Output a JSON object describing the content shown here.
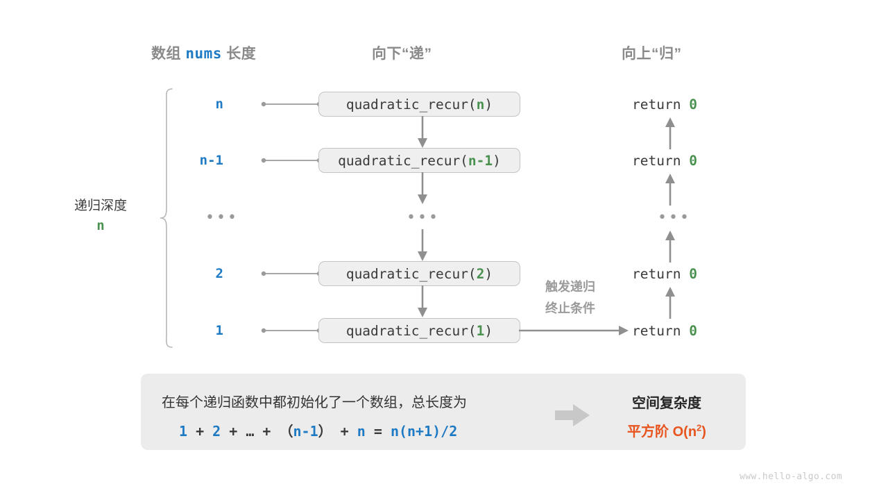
{
  "headers": {
    "left_prefix": "数组 ",
    "left_code": "nums",
    "left_suffix": " 长度",
    "middle": "向下“递”",
    "right": "向上“归”"
  },
  "depth": {
    "label": "递归深度",
    "value": "n"
  },
  "rows": [
    {
      "nlabel": "n",
      "call_prefix": "quadratic_recur(",
      "call_arg": "n",
      "call_suffix": ")",
      "ret_text": "return ",
      "ret_value": "0"
    },
    {
      "nlabel": "n-1",
      "call_prefix": "quadratic_recur(",
      "call_arg": "n-1",
      "call_suffix": ")",
      "ret_text": "return ",
      "ret_value": "0"
    },
    {
      "nlabel": "...",
      "call_prefix": "...",
      "call_arg": "",
      "call_suffix": "",
      "ret_text": "...",
      "ret_value": ""
    },
    {
      "nlabel": "2",
      "call_prefix": "quadratic_recur(",
      "call_arg": "2",
      "call_suffix": ")",
      "ret_text": "return ",
      "ret_value": "0"
    },
    {
      "nlabel": "1",
      "call_prefix": "quadratic_recur(",
      "call_arg": "1",
      "call_suffix": ")",
      "ret_text": "return ",
      "ret_value": "0"
    }
  ],
  "trigger_note": {
    "line1": "触发递归",
    "line2": "终止条件"
  },
  "summary": {
    "description": "在每个递归函数中都初始化了一个数组，总长度为",
    "formula": {
      "t1": "1",
      "op1": " + ",
      "t2": "2",
      "op2": " + … + （",
      "t3": "n-1",
      "op3": "） + ",
      "t4": "n",
      "op4": " = ",
      "t5": "n(n+1)/2"
    },
    "result_title": "空间复杂度",
    "result_value": "平方阶 O(n",
    "result_exp": "2",
    "result_tail": ")"
  },
  "watermark": "www.hello-algo.com",
  "colors": {
    "blue": "#1f7ac4",
    "green": "#4a9150",
    "orange": "#e8541e",
    "gray": "#8a8a8a",
    "box_fill": "#efefef",
    "panel_fill": "#ececec"
  }
}
